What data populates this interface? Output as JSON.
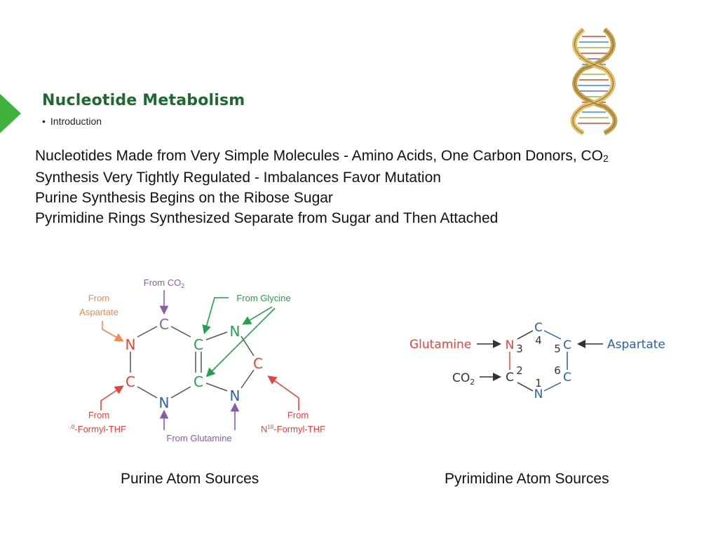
{
  "slide": {
    "title": "Nucleotide Metabolism",
    "subtitle_bullet": "•",
    "subtitle": "Introduction",
    "points": [
      {
        "text": "Nucleotides Made from Very Simple Molecules - Amino Acids, One Carbon Donors, CO",
        "sub": "2"
      },
      {
        "text": "Synthesis Very Tightly Regulated - Imbalances Favor Mutation",
        "sub": ""
      },
      {
        "text": "Purine Synthesis Begins on the Ribose Sugar",
        "sub": ""
      },
      {
        "text": "Pyrimidine Rings Synthesized Separate from Sugar and Then Attached",
        "sub": ""
      }
    ],
    "captions": {
      "purine": "Purine Atom Sources",
      "pyrimidine": "Pyrimidine Atom Sources"
    }
  },
  "purine_diagram": {
    "atoms": {
      "n1": "N",
      "c2": "C",
      "n3": "N",
      "c4": "C",
      "c5": "C",
      "c6": "C",
      "n7": "N",
      "c8": "C",
      "n9": "N"
    },
    "labels": {
      "from_co2": "From CO",
      "from_co2_sub": "2",
      "from_glycine": "From Glycine",
      "from_aspartate_1": "From",
      "from_aspartate_2": "Aspartate",
      "from_formyl_left_1": "From",
      "from_formyl_left_2": "-Formyl-THF",
      "from_formyl_right_1": "From",
      "from_formyl_right_2": "-Formyl-THF",
      "n10": "N",
      "n10_sup": "10",
      "from_glutamine": "From Glutamine"
    },
    "colors": {
      "purple": "#8a5ca8",
      "green": "#22a04b",
      "orange": "#ee8a52",
      "red": "#e8423a",
      "gray": "#555555"
    }
  },
  "pyrimidine_diagram": {
    "atoms": {
      "c4": "C",
      "n3": "N",
      "c5": "C",
      "c2": "C",
      "c6": "C",
      "n1": "N"
    },
    "numbers": [
      "4",
      "3",
      "5",
      "2",
      "6",
      "1"
    ],
    "labels": {
      "glutamine": "Glutamine",
      "aspartate": "Aspartate",
      "co2": "CO",
      "co2_sub": "2"
    },
    "colors": {
      "red": "#e8423a",
      "blue": "#2d5fa8",
      "dark": "#333333"
    }
  }
}
